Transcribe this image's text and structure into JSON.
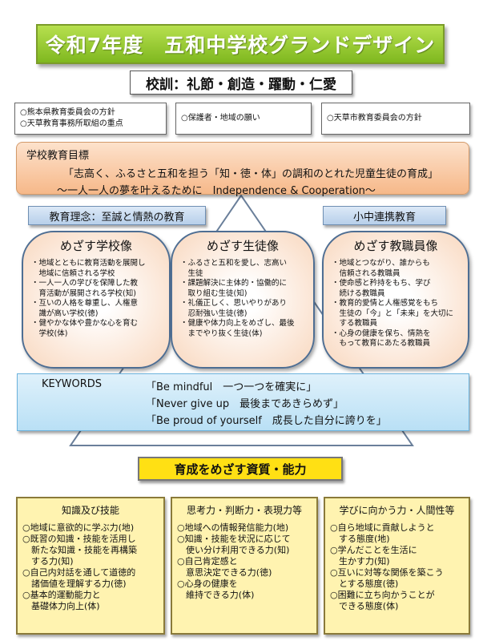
{
  "title": "令和7年度　五和中学校グランドデザイン",
  "motto": "校訓：礼節・創造・躍動・仁愛",
  "sources": {
    "left_line1": "○熊本県教育委員会の方針",
    "left_line2": "○天草教育事務所取組の重点",
    "center": "○保護者・地域の願い",
    "right": "○天草市教育委員会の方針"
  },
  "goal": {
    "heading": "学校教育目標",
    "line1": "「志高く、ふるさと五和を担う「知・徳・体」の調和のとれた児童生徒の育成」",
    "line2": "～一人一人の夢を叶えるために　Independence & Cooperation～"
  },
  "philosophy": "教育理念：至誠と情熱の教育",
  "cooperation": "小中連携教育",
  "ideals": [
    {
      "title": "めざす学校像",
      "items": [
        "・地域とともに教育活動を展開し",
        "　地域に信頼される学校",
        "・一人一人の学びを保障した教",
        "　育活動が展開される学校(知)",
        "・互いの人格を尊重し、人権意",
        "　識が高い学校(徳)",
        "・健やかな体や豊かな心を育む",
        "　学校(体)"
      ]
    },
    {
      "title": "めざす生徒像",
      "items": [
        "・ふるさと五和を愛し、志高い",
        "　生徒",
        "・課題解決に主体的・協働的に",
        "　取り組む生徒(知)",
        "・礼儀正しく、思いやりがあり",
        "　忍耐強い生徒(徳)",
        "・健康や体力向上をめざし、最後",
        "　までやり抜く生徒(体)"
      ]
    },
    {
      "title": "めざす教職員像",
      "items": [
        "・地域とつながり、誰からも",
        "　信頼される教職員",
        "・使命感と矜持をもち、学び",
        "　続ける教職員",
        "・教育的愛情と人権感覚をもち",
        "　生徒の「今」と「未来」を大切に",
        "　する教職員",
        "・心身の健康を保ち、情熱を",
        "　もって教育にあたる教職員"
      ]
    }
  ],
  "keywords": {
    "label": "KEYWORDS",
    "line1": "「Be mindful　一つ一つを確実に」",
    "line2": "「Never give up　最後まであきらめず」",
    "line3": "「Be proud of yourself　成長した自分に誇りを」"
  },
  "qualities_heading": "育成をめざす資質・能力",
  "qualities": [
    {
      "title": "知識及び技能",
      "items": [
        "○地域に意欲的に学ぶ力(地)",
        "○既習の知識・技能を活用し",
        "　新たな知識・技能を再構築",
        "　する力(知)",
        "○自己内対話を通して道徳的",
        "　諸価値を理解する力(徳)",
        "○基本的運動能力と",
        "　基礎体力向上(体)"
      ]
    },
    {
      "title": "思考力・判断力・表現力等",
      "items": [
        "○地域への情報発信能力(地)",
        "○知識・技能を状況に応じて",
        "　使い分け利用できる力(知)",
        "○自己肯定感と",
        "　意思決定できる力(徳)",
        "○心身の健康を",
        "　維持できる力(体)"
      ]
    },
    {
      "title": "学びに向かう力・人間性等",
      "items": [
        "○自ら地域に貢献しようと",
        "　する態度(地)",
        "○学んだことを生活に",
        "　生かす力(知)",
        "○互いに対等な関係を築こう",
        "　とする態度(徳)",
        "○困難に立ち向かうことが",
        "　できる態度(体)"
      ]
    }
  ],
  "colors": {
    "title_green": "#8cc63f",
    "goal_orange": "#f6b889",
    "pill_blue": "#c6daf0",
    "keywords_blue": "#cce8f8",
    "qualities_yellow": "#ffe014",
    "qbox_yellow": "#fff3b0"
  }
}
